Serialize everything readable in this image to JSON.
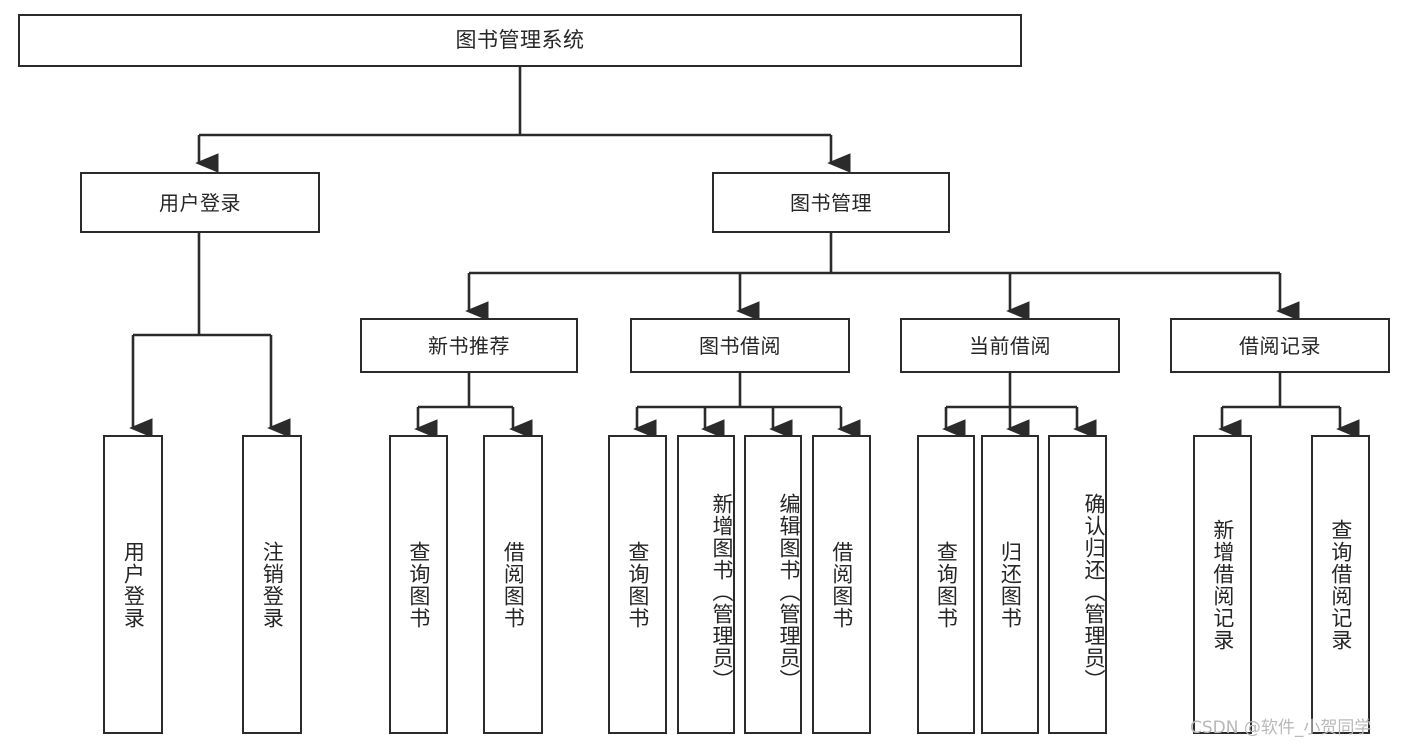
{
  "diagram": {
    "title": "图书管理系统",
    "type": "tree",
    "root": {
      "label": "图书管理系统"
    },
    "level1": [
      {
        "label": "用户登录"
      },
      {
        "label": "图书管理"
      }
    ],
    "level2": [
      {
        "label": "新书推荐"
      },
      {
        "label": "图书借阅"
      },
      {
        "label": "当前借阅"
      },
      {
        "label": "借阅记录"
      }
    ],
    "leaves": {
      "user_login": [
        {
          "label": "用户登录"
        },
        {
          "label": "注销登录"
        }
      ],
      "new_book_recommend": [
        {
          "label": "查询图书"
        },
        {
          "label": "借阅图书"
        }
      ],
      "book_borrow": [
        {
          "label": "查询图书"
        },
        {
          "label": "新增图书（管理员）"
        },
        {
          "label": "编辑图书（管理员）"
        },
        {
          "label": "借阅图书"
        }
      ],
      "current_borrow": [
        {
          "label": "查询图书"
        },
        {
          "label": "归还图书"
        },
        {
          "label": "确认归还（管理员）"
        }
      ],
      "borrow_record": [
        {
          "label": "新增借阅记录"
        },
        {
          "label": "查询借阅记录"
        }
      ]
    }
  },
  "watermark": {
    "text": "CSDN @软件_小贺同学"
  },
  "colors": {
    "stroke": "#2b2b2b",
    "fill": "#ffffff",
    "text": "#262626",
    "watermark": "#b9b9b9"
  }
}
